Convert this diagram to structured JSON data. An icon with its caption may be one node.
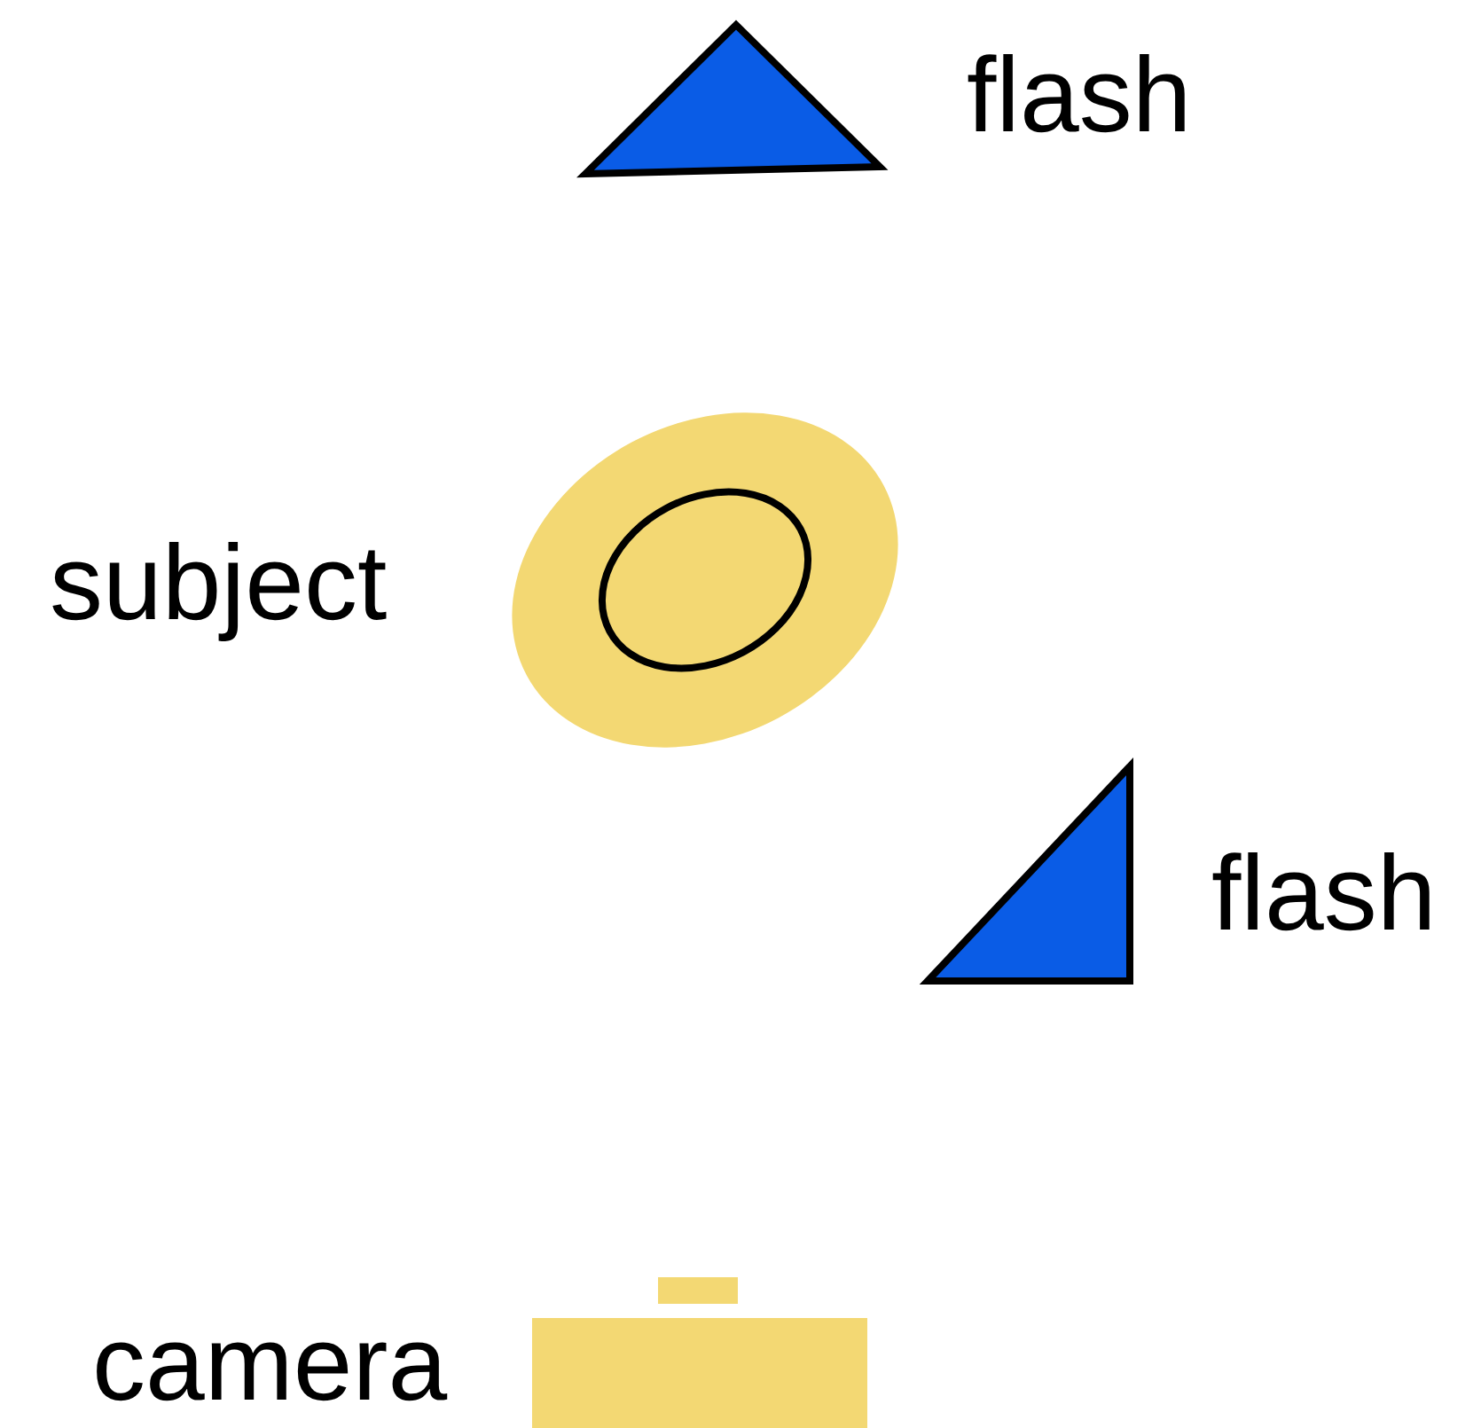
{
  "diagram": {
    "nodes": [
      {
        "text": [],
        "shape": "triangle",
        "beside": [
          "flash"
        ]
      },
      {
        "text": [],
        "shape": "ellipse",
        "beside": [
          "subject"
        ]
      },
      {
        "text": [],
        "shape": "triangle",
        "beside": [
          "flash"
        ]
      },
      {
        "text": [],
        "shape": "box",
        "beside": [
          "camera"
        ]
      }
    ]
  }
}
